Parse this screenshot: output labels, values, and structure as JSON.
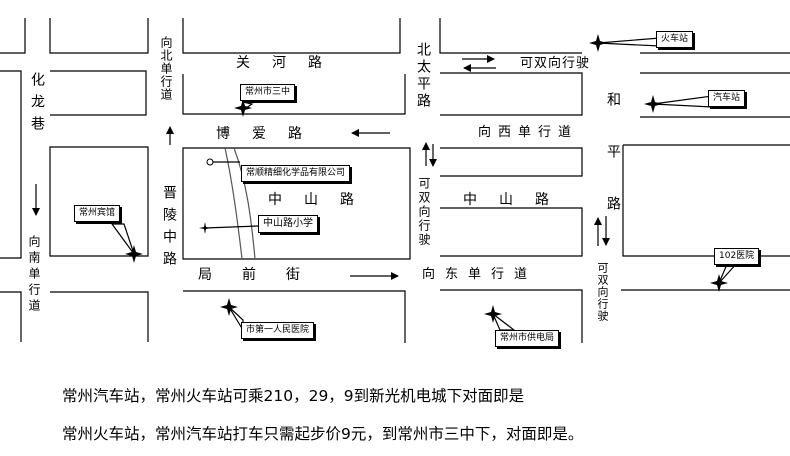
{
  "roads": {
    "guanhe": "关河路",
    "boai": "博爱路",
    "zhongshan_left": "中山路",
    "zhongshan_right": "中山路",
    "juqian": "局前街",
    "hualong": "化龙巷",
    "jinling": "晋陵中路",
    "beitaiping": "北太平路",
    "heping": "和平路"
  },
  "directions": {
    "north_one_way": "向北单行道",
    "south_one_way": "向南单行道",
    "west_one_way": "向西单行道",
    "east_one_way": "向东单行道",
    "two_way_top": "可双向行驶",
    "two_way_middle": "可双向行驶",
    "two_way_right": "可双向行驶"
  },
  "landmarks": {
    "train_station": "火车站",
    "bus_station": "汽车站",
    "hospital_102": "102医院",
    "third_middle_school": "常州市三中",
    "chemical_company": "常顺精细化学品有限公司",
    "zhongshan_school": "中山路小学",
    "changzhou_hotel": "常州宾馆",
    "first_hospital": "市第一人民医院",
    "power_bureau": "常州市供电局"
  },
  "captions": {
    "line1": "常州汽车站，常州火车站可乘210，29，9到新光机电城下对面即是",
    "line2": "常州火车站，常州汽车站打车只需起步价9元，到常州市三中下，对面即是。"
  },
  "colors": {
    "ink": "#000000",
    "paper": "#ffffff",
    "river": "#555555"
  }
}
